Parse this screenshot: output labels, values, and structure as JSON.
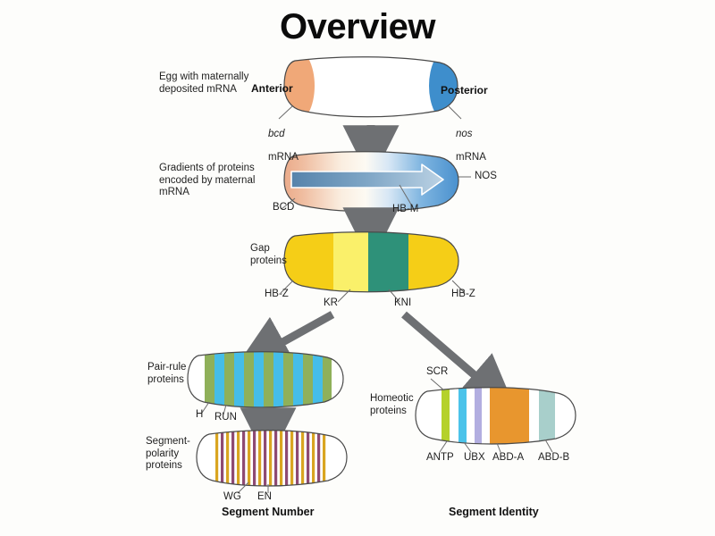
{
  "title": "Overview",
  "stages": [
    {
      "id": "egg",
      "label": "Egg with maternally\ndeposited mRNA",
      "poles": {
        "anterior": "Anterior",
        "posterior": "Posterior"
      },
      "callouts": [
        {
          "gene": "bcd",
          "kind": "mRNA"
        },
        {
          "gene": "nos",
          "kind": "mRNA"
        }
      ],
      "colors": {
        "anterior": "#F0A878",
        "posterior": "#3E8ECC",
        "body": "#ffffff"
      }
    },
    {
      "id": "gradients",
      "label": "Gradients of proteins\nencoded by maternal mRNA",
      "callouts": [
        {
          "name": "BCD"
        },
        {
          "name": "NOS"
        },
        {
          "name": "HB-M"
        }
      ],
      "colors": {
        "anterior": "#EFB18E",
        "posterior": "#4A93D6",
        "middle": "#FBF7EC",
        "arrow": "#5A86AE"
      }
    },
    {
      "id": "gap",
      "label": "Gap\nproteins",
      "bands": [
        {
          "name": "HB-Z",
          "color": "#F5CE17"
        },
        {
          "name": "KR",
          "color": "#FAF06A"
        },
        {
          "name": "KNI",
          "color": "#2E9179"
        },
        {
          "name": "HB-Z",
          "color": "#F5CE17"
        }
      ]
    },
    {
      "id": "pair-rule",
      "label": "Pair-rule\nproteins",
      "bands": [
        {
          "name": "H",
          "color": "#8FB05A"
        },
        {
          "name": "RUN",
          "color": "#45BDE8"
        }
      ],
      "stripe_pairs": 7
    },
    {
      "id": "segment-polarity",
      "label": "Segment-\npolarity\nproteins",
      "bands": [
        {
          "name": "WG",
          "color": "#D9A521"
        },
        {
          "name": "EN",
          "color": "#8E4A72"
        }
      ],
      "stripe_pairs": 14
    },
    {
      "id": "homeotic",
      "label": "Homeotic\nproteins",
      "bands": [
        {
          "name": "SCR",
          "color": "#B5D12B"
        },
        {
          "name": "ANTP",
          "color": "#4BC3EA"
        },
        {
          "name": "UBX",
          "color": "#B2AEE0"
        },
        {
          "name": "ABD-A",
          "color": "#E8962E"
        },
        {
          "name": "ABD-B",
          "color": "#A8CFCB"
        }
      ]
    }
  ],
  "footers": {
    "left": "Segment Number",
    "right": "Segment Identity"
  },
  "palette": {
    "arrow_gray": "#6E7073",
    "outline": "#4a4a4a",
    "leader": "#6b6b6b"
  }
}
